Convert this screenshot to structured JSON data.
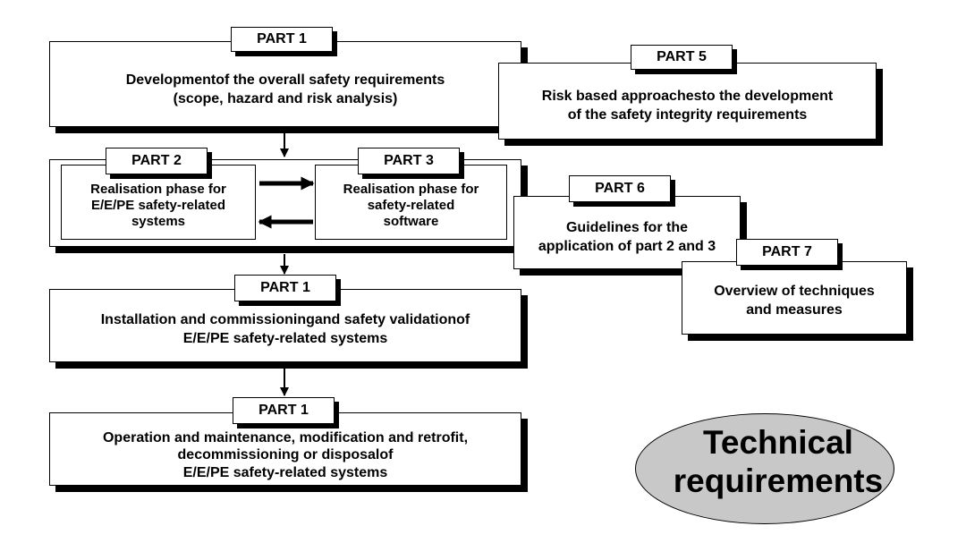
{
  "part1_top": {
    "tab": "PART 1",
    "lines": [
      "Developmentof the overall safety requirements",
      "(scope, hazard and risk analysis)"
    ]
  },
  "part5": {
    "tab": "PART 5",
    "lines": [
      "Risk based approachesto the development",
      "of the safety integrity requirements"
    ]
  },
  "part2": {
    "tab": "PART 2",
    "lines": [
      "Realisation phase for",
      "E/E/PE safety-related",
      "systems"
    ]
  },
  "part3": {
    "tab": "PART 3",
    "lines": [
      "Realisation phase for",
      "safety-related",
      "software"
    ]
  },
  "part6": {
    "tab": "PART 6",
    "lines": [
      "Guidelines for the",
      "application of part 2 and 3"
    ]
  },
  "part7": {
    "tab": "PART 7",
    "lines": [
      "Overview of techniques",
      "and measures"
    ]
  },
  "part1_install": {
    "tab": "PART 1",
    "lines": [
      "Installation and commissioningand safety validationof",
      "E/E/PE safety-related systems"
    ]
  },
  "part1_operation": {
    "tab": "PART 1",
    "lines": [
      "Operation and maintenance, modification and retrofit,",
      "decommissioning or disposalof",
      "E/E/PE safety-related systems"
    ]
  },
  "badge": {
    "lines": [
      "Technical",
      "requirements"
    ],
    "fill": "#c8c8c8"
  }
}
